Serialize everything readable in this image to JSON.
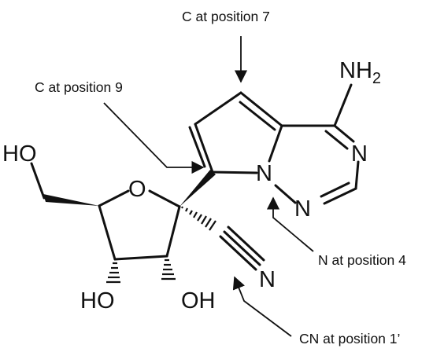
{
  "atoms": {
    "ho_top": "HO",
    "ring_o": "O",
    "n_bridge": "N",
    "n_triazine": "N",
    "n_lower": "N",
    "nh2_n": "NH",
    "nh2_sub": "2",
    "nitrile_n": "N",
    "ho_bottom": "HO",
    "oh_bottom": "OH"
  },
  "annotations": {
    "c7": "C at position 7",
    "c9": "C at position 9",
    "n4": "N at position 4",
    "cn1": "CN at position 1’"
  },
  "colors": {
    "ink": "#111111",
    "background": "#ffffff"
  }
}
